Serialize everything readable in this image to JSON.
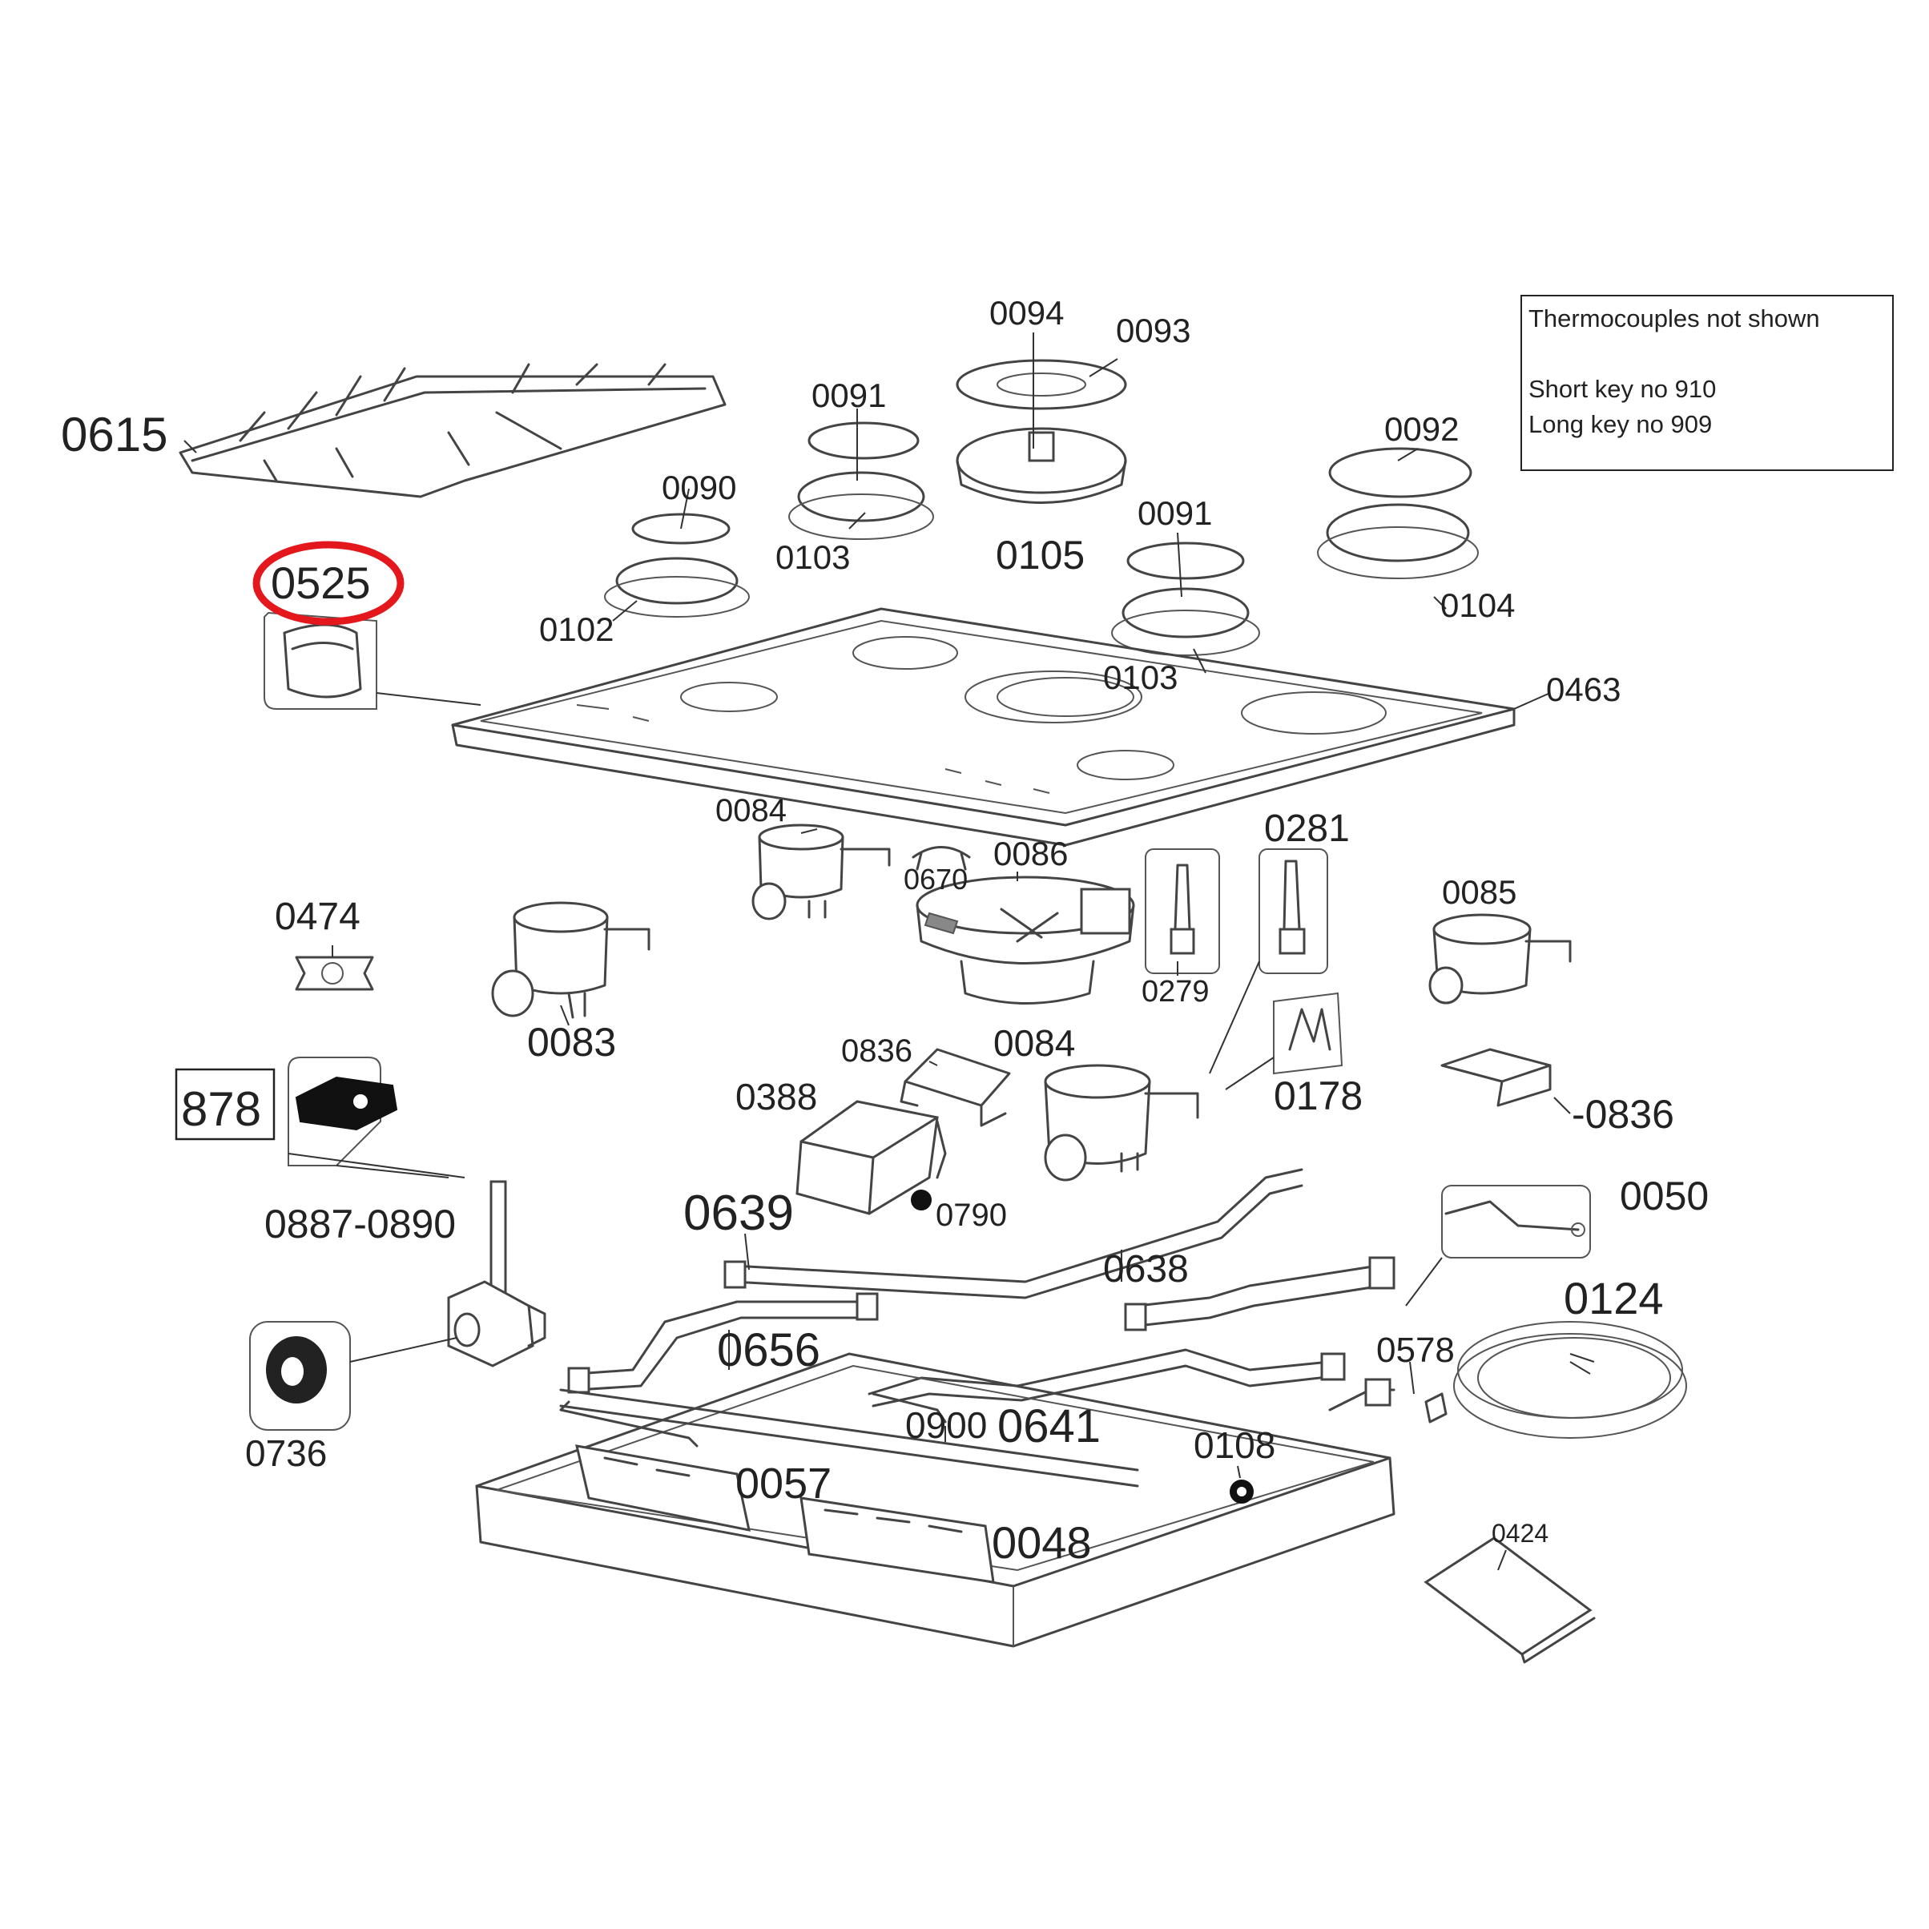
{
  "notes": {
    "line1": "Thermocouples not shown",
    "line2": "Short key no 910",
    "line3": "Long key no 909"
  },
  "highlight": {
    "label": "0525",
    "color": "#e3171c"
  },
  "labels": {
    "l0615": "0615",
    "l0525": "0525",
    "l0090": "0090",
    "l0102": "0102",
    "l0091a": "0091",
    "l0103a": "0103",
    "l0094": "0094",
    "l0093": "0093",
    "l0105": "0105",
    "l0091b": "0091",
    "l0103b": "0103",
    "l0092": "0092",
    "l0104": "0104",
    "l0463": "0463",
    "l0084a": "0084",
    "l0670": "0670",
    "l0086": "0086",
    "l0279": "0279",
    "l0281": "0281",
    "l0085": "0085",
    "l0474": "0474",
    "l0083": "0083",
    "l0836a": "0836",
    "l0084b": "0084",
    "l0178": "0178",
    "l0836b": "-0836",
    "l0388": "0388",
    "l0790": "0790",
    "l878": "878",
    "l0887": "0887-0890",
    "l0639": "0639",
    "l0638": "0638",
    "l0050": "0050",
    "l0124": "0124",
    "l0656": "0656",
    "l0578": "0578",
    "l0736": "0736",
    "l0900": "0900",
    "l0641": "0641",
    "l0108": "0108",
    "l0057": "0057",
    "l0048": "0048",
    "l0424": "0424"
  }
}
